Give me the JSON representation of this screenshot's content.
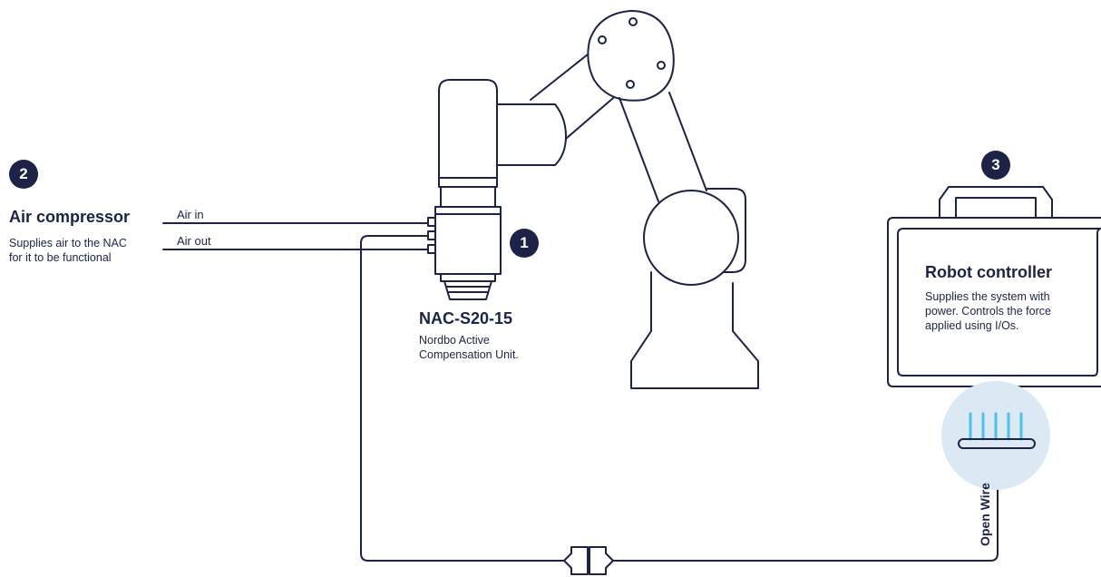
{
  "badges": {
    "nac": "1",
    "compressor": "2",
    "controller": "3"
  },
  "compressor": {
    "title": "Air compressor",
    "desc_line1": "Supplies air to the NAC",
    "desc_line2": "for it to be functional"
  },
  "air_lines": {
    "in_label": "Air in",
    "out_label": "Air out"
  },
  "nac": {
    "title": "NAC-S20-15",
    "desc_line1": "Nordbo Active",
    "desc_line2": "Compensation Unit."
  },
  "controller": {
    "title": "Robot controller",
    "desc_line1": "Supplies the system with",
    "desc_line2": "power. Controls the force",
    "desc_line3": "applied using I/Os."
  },
  "wire": {
    "label": "Open Wire"
  },
  "colors": {
    "ink": "#1c2346",
    "wire_highlight": "#dbe9f4",
    "wire_strands": "#4fc0ea"
  }
}
